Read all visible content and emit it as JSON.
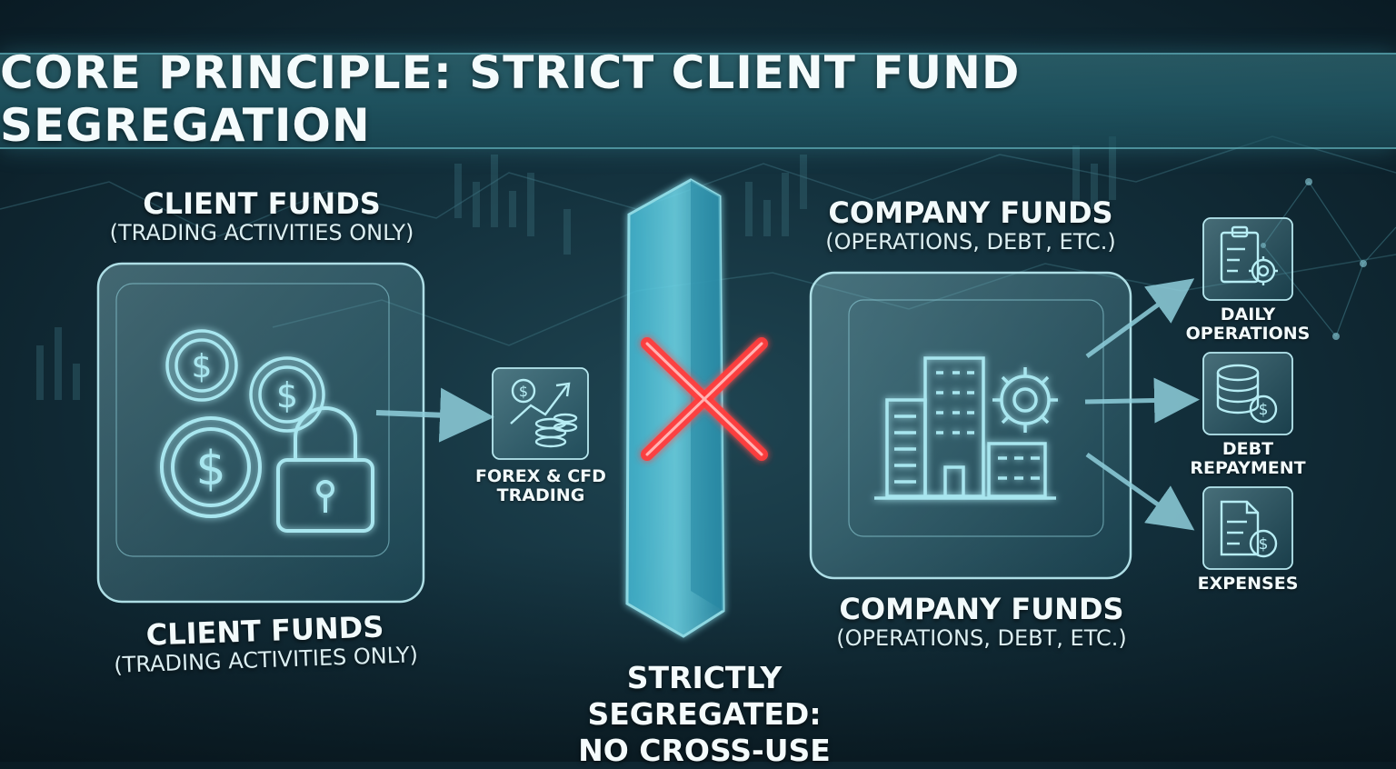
{
  "title": "CORE PRINCIPLE: STRICT CLIENT FUND SEGREGATION",
  "client": {
    "heading": "CLIENT FUNDS",
    "subheading": "(TRADING ACTIVITIES ONLY)",
    "bottom_heading": "CLIENT FUNDS",
    "bottom_subheading": "(TRADING ACTIVITIES ONLY)"
  },
  "company": {
    "heading": "COMPANY FUNDS",
    "subheading": "(OPERATIONS, DEBT, ETC.)",
    "bottom_heading": "COMPANY FUNDS",
    "bottom_subheading": "(OPERATIONS, DEBT, ETC.)"
  },
  "trading": {
    "line1": "FOREX & CFD",
    "line2": "TRADING"
  },
  "barrier_note": {
    "line1": "STRICTLY SEGREGATED:",
    "line2": "NO CROSS-USE"
  },
  "uses": [
    {
      "line1": "DAILY",
      "line2": "OPERATIONS",
      "icon": "clipboard-gear-icon"
    },
    {
      "line1": "DEBT",
      "line2": "REPAYMENT",
      "icon": "database-dollar-icon"
    },
    {
      "line1": "",
      "line2": "EXPENSES",
      "icon": "document-dollar-icon"
    }
  ],
  "colors": {
    "accent": "#7fe3f0",
    "barrier": "#4fc6de",
    "cross": "#ff3b3b",
    "banner": "#2a6c78"
  }
}
